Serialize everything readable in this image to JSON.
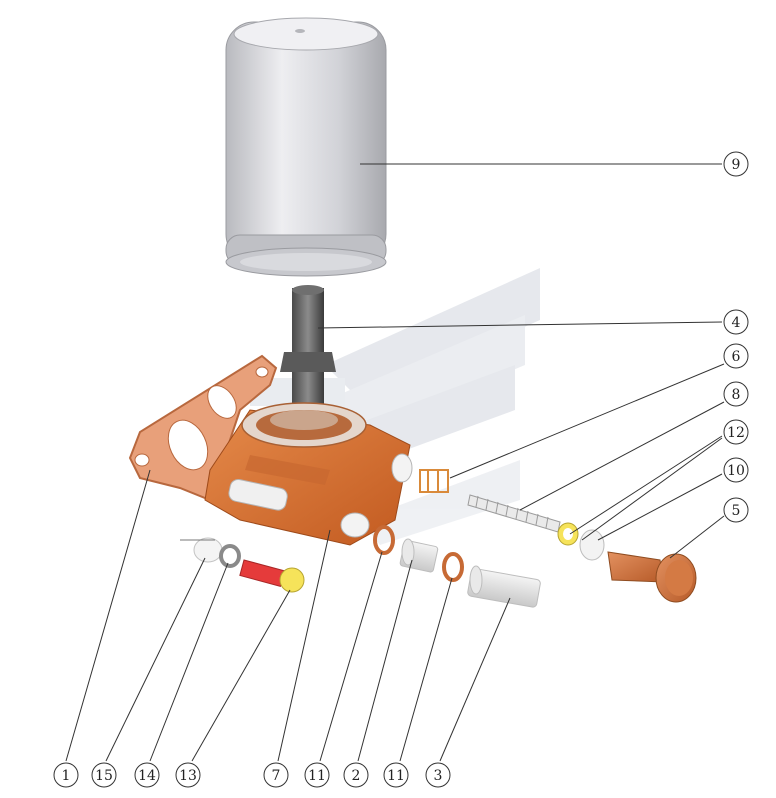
{
  "colors": {
    "background": "#ffffff",
    "leader": "#333333",
    "filter_body": "#d8d9de",
    "housing": "#d96c2a",
    "gasket": "#e8a07a",
    "copper": "#c76a35",
    "watermark": "#dfe3e8",
    "spring": "#c8c8c8",
    "red": "#e53b3b",
    "yellow": "#f6e35a"
  },
  "callouts": [
    {
      "id": "c9",
      "label": "9"
    },
    {
      "id": "c4",
      "label": "4"
    },
    {
      "id": "c6",
      "label": "6"
    },
    {
      "id": "c8",
      "label": "8"
    },
    {
      "id": "c12",
      "label": "12"
    },
    {
      "id": "c10",
      "label": "10"
    },
    {
      "id": "c5",
      "label": "5"
    },
    {
      "id": "c1",
      "label": "1"
    },
    {
      "id": "c15",
      "label": "15"
    },
    {
      "id": "c14",
      "label": "14"
    },
    {
      "id": "c13",
      "label": "13"
    },
    {
      "id": "c7",
      "label": "7"
    },
    {
      "id": "c11a",
      "label": "11"
    },
    {
      "id": "c2",
      "label": "2"
    },
    {
      "id": "c11b",
      "label": "11"
    },
    {
      "id": "c3",
      "label": "3"
    }
  ]
}
